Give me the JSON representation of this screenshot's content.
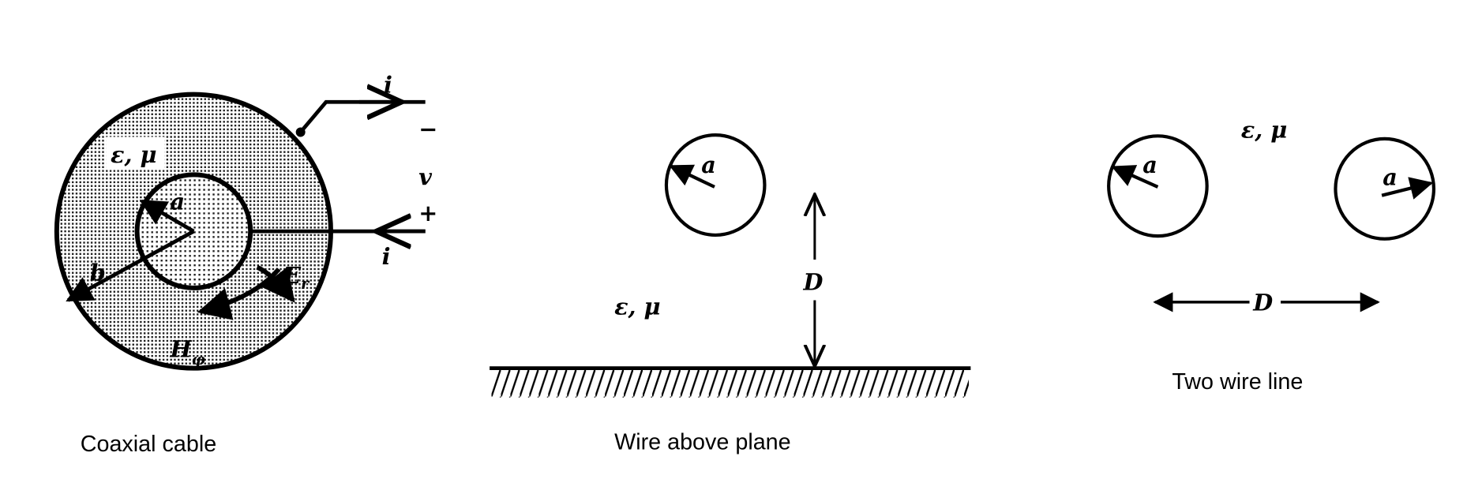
{
  "coaxial": {
    "caption": "Coaxial cable",
    "medium": "ε, μ",
    "inner_radius": "a",
    "outer_radius": "b",
    "e_field": "E",
    "e_sub": "r",
    "h_field": "H",
    "h_sub": "φ",
    "current_top": "i",
    "current_bottom": "i",
    "minus": "−",
    "voltage": "v",
    "plus": "+"
  },
  "wire_above_plane": {
    "caption": "Wire above plane",
    "medium": "ε, μ",
    "radius": "a",
    "distance": "D"
  },
  "two_wire": {
    "caption": "Two wire line",
    "medium": "ε, μ",
    "radius_left": "a",
    "radius_right": "a",
    "distance": "D"
  }
}
